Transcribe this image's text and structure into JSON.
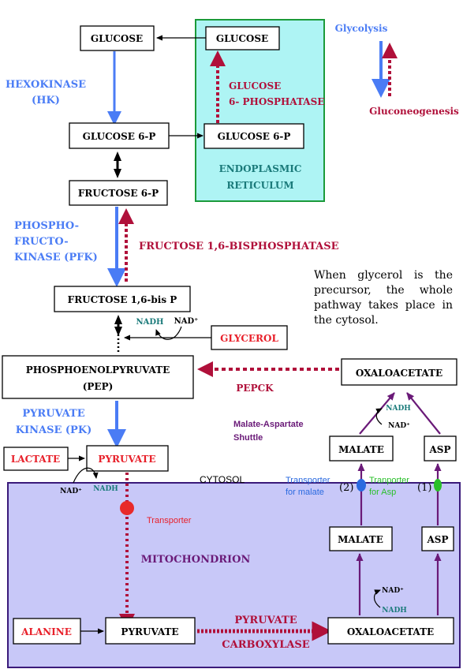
{
  "legend": {
    "glycolysis": "Glycolysis",
    "gluconeogenesis": "Gluconeogenesis"
  },
  "er": {
    "glucose": "GLUCOSE",
    "glucose6p": "GLUCOSE 6-P",
    "label_line1": "ENDOPLASMIC",
    "label_line2": "RETICULUM"
  },
  "enzymes": {
    "g6pase_line1": "GLUCOSE",
    "g6pase_line2": "6- PHOSPHATASE",
    "hk_line1": "HEXOKINASE",
    "hk_line2": "(HK)",
    "pfk_line1": "PHOSPHO-",
    "pfk_line2": "FRUCTO-",
    "pfk_line3": "KINASE (PFK)",
    "fbpase": "FRUCTOSE 1,6-BISPHOSPHATASE",
    "pk_line1": "PYRUVATE",
    "pk_line2": "KINASE (PK)",
    "pepck": "PEPCK",
    "pc_line1": "PYRUVATE",
    "pc_line2": "CARBOXYLASE"
  },
  "metabolites": {
    "glucose": "GLUCOSE",
    "glucose6p": "GLUCOSE 6-P",
    "fructose6p": "FRUCTOSE 6-P",
    "fructose16bp": "FRUCTOSE 1,6-bis P",
    "pep_line1": "PHOSPHOENOLPYRUVATE",
    "pep_line2": "(PEP)",
    "glycerol": "GLYCEROL",
    "oaa": "OXALOACETATE",
    "malate": "MALATE",
    "asp": "ASP",
    "lactate": "LACTATE",
    "pyruvate": "PYRUVATE",
    "alanine": "ALANINE",
    "mito_pyruvate": "PYRUVATE",
    "mito_oaa": "OXALOACETATE",
    "mito_malate": "MALATE",
    "mito_asp": "ASP"
  },
  "cofactors": {
    "nadh": "NADH",
    "nad": "NAD⁺"
  },
  "labels": {
    "note": "When glycerol is the precursor, the whole pathway takes place in the cytosol.",
    "shuttle_line1": "Malate-Aspartate",
    "shuttle_line2": "Shuttle",
    "cytosol": "CYTOSOL",
    "transporter": "Transporter",
    "transporter_malate_line1": "Transporter",
    "transporter_malate_line2": "for malate",
    "transporter_asp_line1": "Tranporter",
    "transporter_asp_line2": "for Asp",
    "num2": "(2)",
    "num1": "(1)",
    "mitochondrion": "MITOCHONDRION"
  },
  "colors": {
    "glycolysis_blue": "#4a7cf5",
    "gluconeogenesis_red": "#b0103a",
    "substrate_red": "#e8202a",
    "shuttle_purple": "#6a1a78",
    "nadh_teal": "#1a7a7a",
    "er_fill": "#aef4f4",
    "er_border": "#1b9a3a",
    "mito_fill": "#c8c8f8",
    "mito_border": "#3a1a7a",
    "malate_transporter_blue": "#2a6ae0",
    "asp_transporter_green": "#2ac02a",
    "pyruvate_transporter_red": "#e82a2a"
  }
}
